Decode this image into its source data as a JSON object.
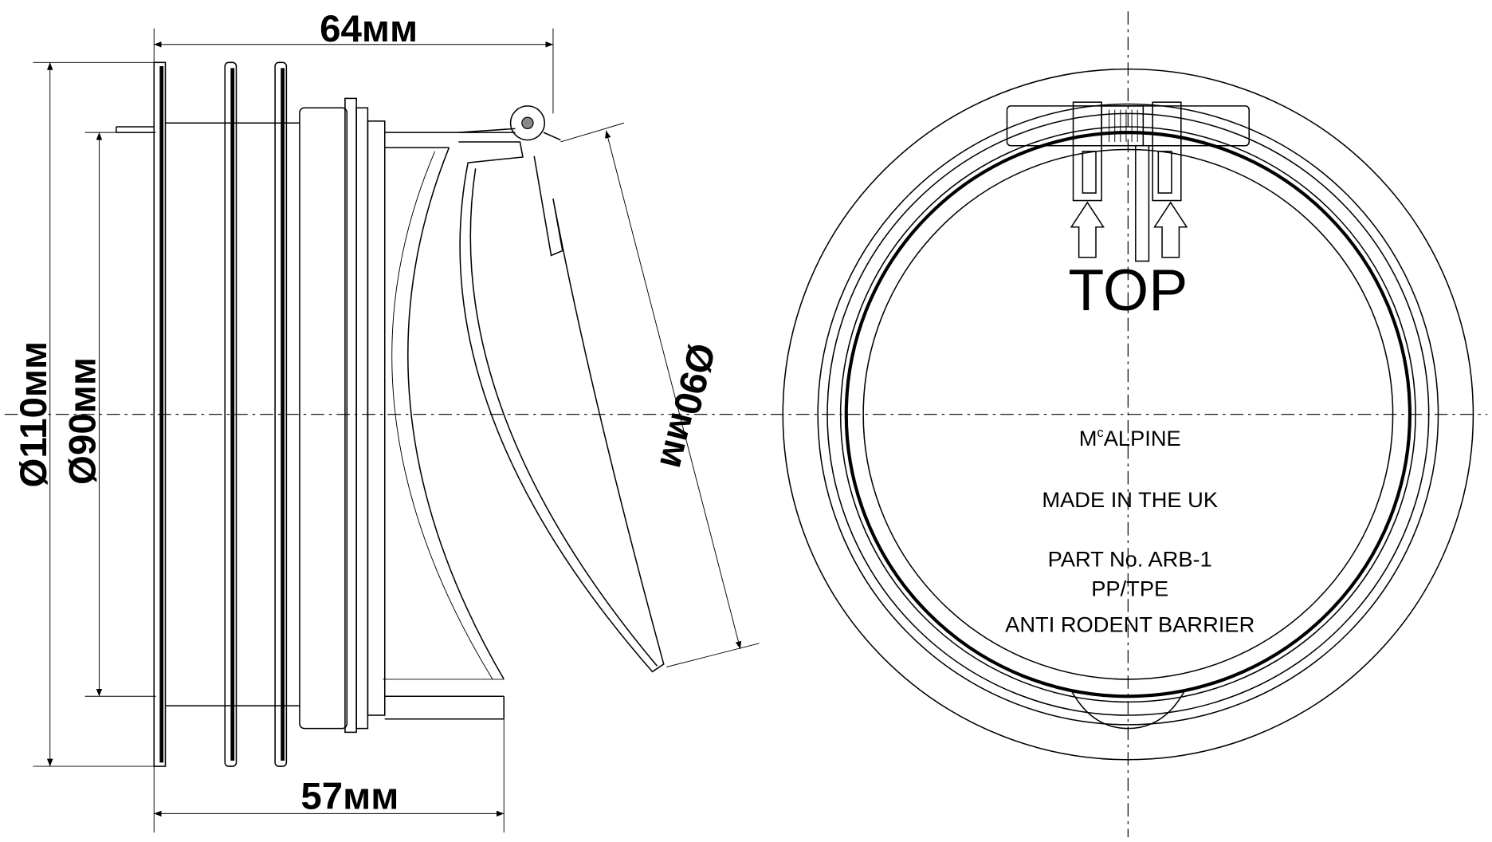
{
  "side_view": {
    "width_top": "64мм",
    "width_bottom": "57мм",
    "outer_diameter": "Ø110мм",
    "inner_diameter": "Ø90мм",
    "flap_diameter": "Ø90мм"
  },
  "front_view": {
    "top_label": "TOP",
    "brand_prefix": "M",
    "brand_sup": "c",
    "brand_rest": "ALPINE",
    "made_in": "MADE IN THE UK",
    "part_no": "PART No. ARB-1",
    "material": "PP/TPE",
    "product": "ANTI RODENT BARRIER"
  }
}
